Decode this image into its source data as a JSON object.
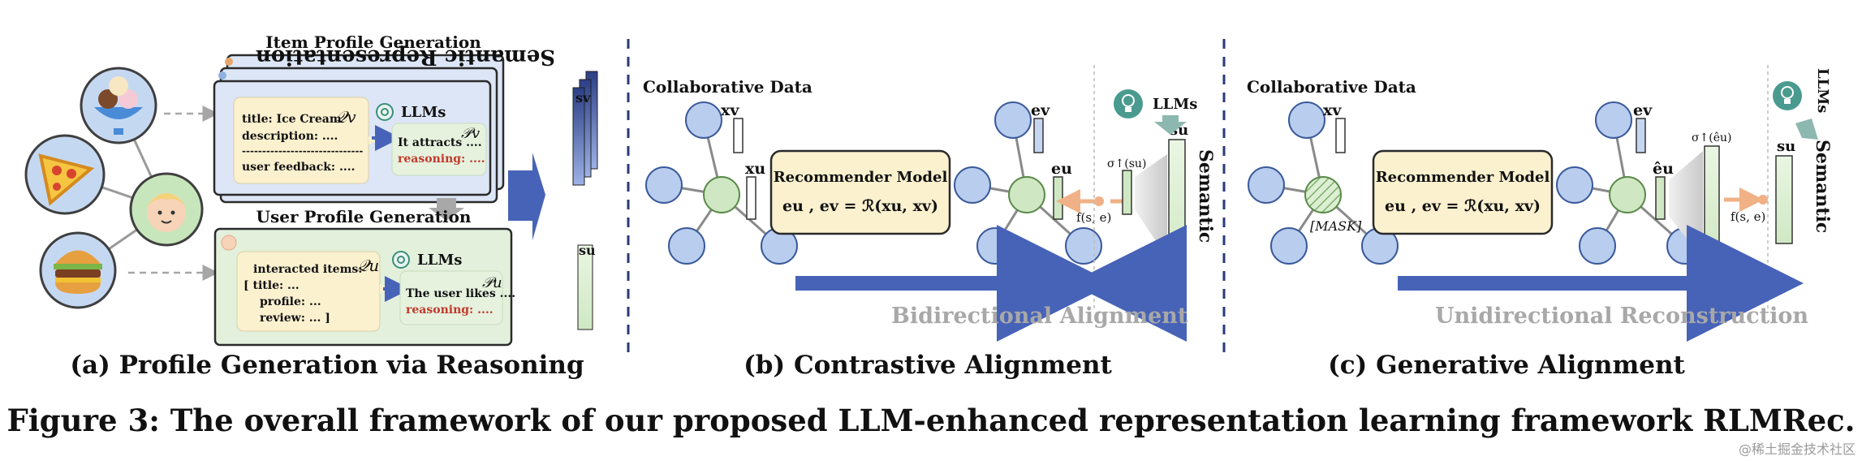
{
  "panel_a": {
    "item_title": "Item Profile Generation",
    "user_title": "User Profile Generation",
    "item_prompt": [
      "title: Ice Cream",
      "description: ....",
      "------------------------------",
      "user feedback: ...."
    ],
    "item_q_label": "𝒬v",
    "user_prompt": [
      "interacted items:",
      "[ title: ...",
      "profile: ...",
      "review: ... ]"
    ],
    "user_q_label": "𝒬u",
    "llm_label": "LLMs",
    "item_output": [
      "It attracts ....",
      "reasoning: ...."
    ],
    "item_p_label": "𝒫v",
    "user_output": [
      "The user likes ....",
      "reasoning: ...."
    ],
    "user_p_label": "𝒫u",
    "semantic_label": "Semantic Representation",
    "sv_label": "sv",
    "su_label": "su",
    "caption": "(a) Profile Generation via Reasoning"
  },
  "panel_b": {
    "collab_label": "Collaborative Data",
    "xv_label": "xv",
    "xu_label": "xu",
    "model_title": "Recommender Model",
    "model_formula": "eu , ev = ℛ(xu, xv)",
    "ev_label": "ev",
    "eu_label": "eu",
    "f_label": "f(s, e)",
    "sigma_label": "σ↑(su)",
    "su_label": "su",
    "llm_label": "LLMs",
    "semantic_label": "Semantic",
    "align_label": "Bidirectional Alignment",
    "caption": "(b) Contrastive Alignment"
  },
  "panel_c": {
    "collab_label": "Collaborative Data",
    "xv_label": "xv",
    "mask_label": "[MASK]",
    "model_title": "Recommender Model",
    "model_formula": "eu , ev = ℛ(xu, xv)",
    "ev_label": "ev",
    "eu_label": "êu",
    "sigma_label": "σ↑(êu)",
    "f_label": "f(s, e)",
    "su_label": "su",
    "llm_label": "LLMs",
    "semantic_label": "Semantic",
    "recon_label": "Unidirectional Reconstruction",
    "caption": "(c) Generative Alignment"
  },
  "caption": "Figure 3: The overall framework of our proposed LLM-enhanced representation learning framework RLMRec.",
  "watermark": "@稀土掘金技术社区",
  "icons": [
    "ice-cream-icon",
    "pizza-icon",
    "burger-icon",
    "user-avatar-icon",
    "openai-logo-icon",
    "lightbulb-icon"
  ]
}
